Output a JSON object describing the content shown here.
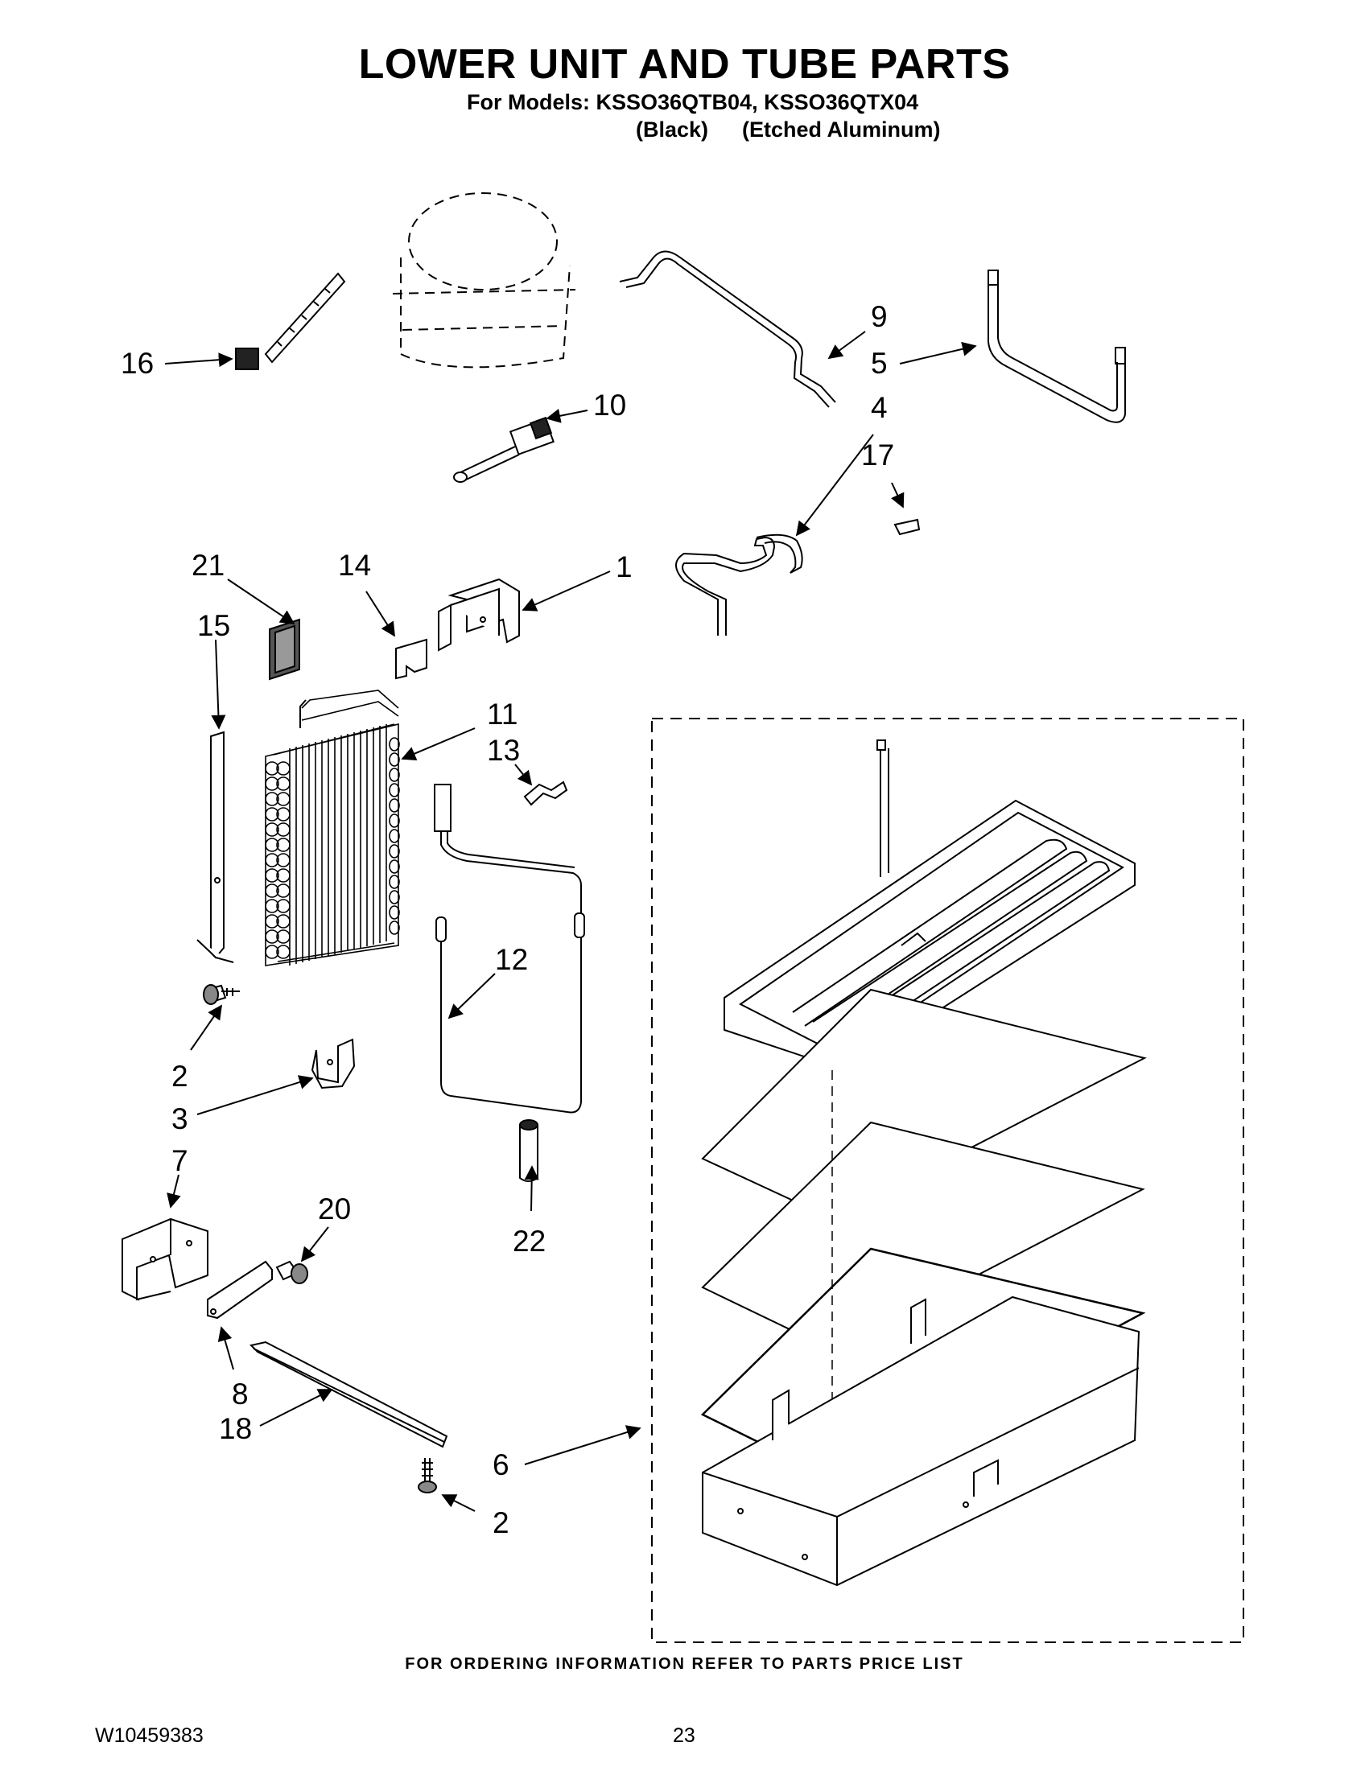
{
  "header": {
    "title": "LOWER UNIT AND TUBE PARTS",
    "models_line": "For Models: KSSO36QTB04, KSSO36QTX04",
    "variant_black": "(Black)",
    "variant_aluminum": "(Etched Aluminum)"
  },
  "callouts": {
    "c1": "1",
    "c2a": "2",
    "c2b": "2",
    "c3": "3",
    "c4": "4",
    "c5": "5",
    "c6": "6",
    "c7": "7",
    "c8": "8",
    "c9": "9",
    "c10": "10",
    "c11": "11",
    "c12": "12",
    "c13": "13",
    "c14": "14",
    "c15": "15",
    "c16": "16",
    "c17": "17",
    "c18": "18",
    "c20": "20",
    "c21": "21",
    "c22": "22"
  },
  "footer": {
    "ordering_note": "FOR ORDERING INFORMATION REFER TO PARTS PRICE LIST",
    "document_number": "W10459383",
    "page_number": "23"
  }
}
